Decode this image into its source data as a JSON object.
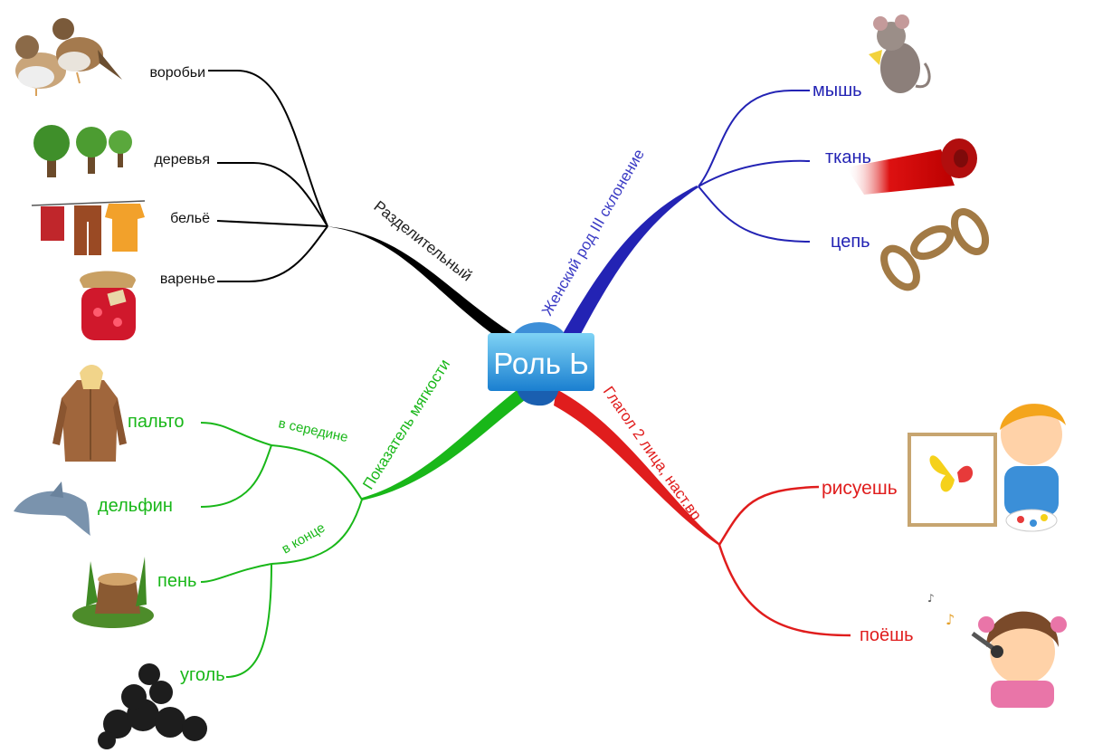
{
  "center": {
    "title": "Роль Ь"
  },
  "branches": {
    "separating": {
      "label": "Разделительный",
      "color": "#000000",
      "words": [
        "воробьи",
        "деревья",
        "бельё",
        "варенье"
      ]
    },
    "feminine": {
      "label": "Женский род III склонение",
      "color": "#2323b4",
      "words": [
        "мышь",
        "ткань",
        "цепь"
      ]
    },
    "verb": {
      "label": "Глагол 2 лица, наст.вр.",
      "color": "#e01d1d",
      "words": [
        "рисуешь",
        "поёшь"
      ]
    },
    "softness": {
      "label": "Показатель мягкости",
      "color": "#19b719",
      "sub_middle": {
        "label": "в середине",
        "words": [
          "пальто",
          "дельфин"
        ]
      },
      "sub_end": {
        "label": "в конце",
        "words": [
          "пень",
          "уголь"
        ]
      }
    }
  },
  "illustrations": {
    "sparrows": "sparrows-picture",
    "trees": "trees-picture",
    "laundry": "laundry-picture",
    "jam": "jam-jar-picture",
    "mouse": "mouse-picture",
    "fabric": "fabric-roll-picture",
    "chain": "chain-picture",
    "painting_boy": "painting-boy-picture",
    "singing_girl": "singing-girl-picture",
    "coat": "coat-picture",
    "dolphin": "dolphin-picture",
    "stump": "stump-picture",
    "coal": "coal-picture"
  }
}
